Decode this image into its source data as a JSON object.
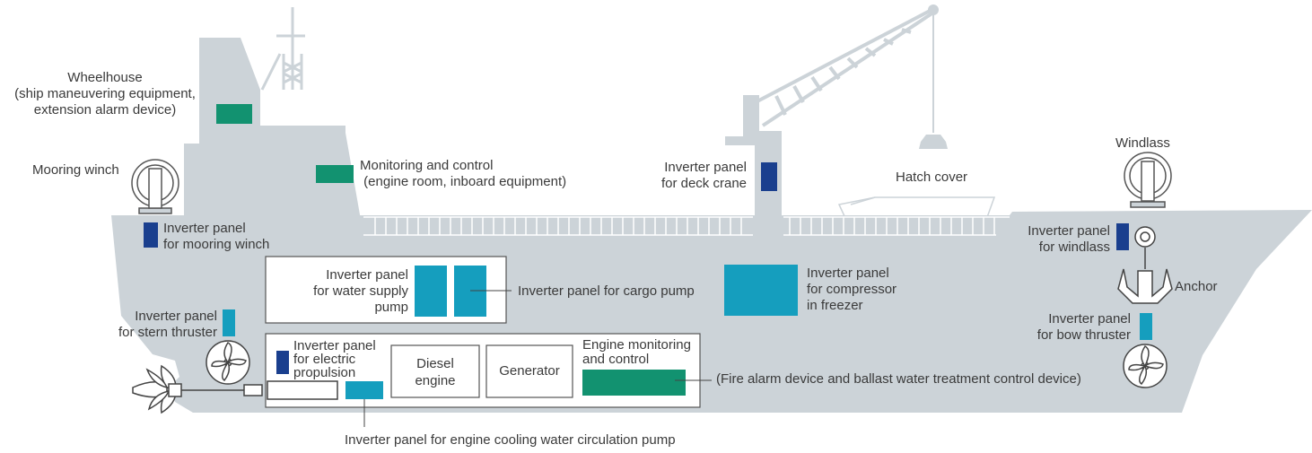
{
  "colors": {
    "hull": "#ccd3d8",
    "hull_line": "#ffffff",
    "panel_dark_blue": "#1a3f8e",
    "panel_teal": "#159ebe",
    "panel_green": "#129270",
    "text": "#3a3a3a",
    "box_border": "#555555"
  },
  "icons": {
    "mooring_winch": "winch-drum-icon",
    "windlass": "winch-drum-icon",
    "anchor": "anchor-icon",
    "stern_thruster": "propeller-icon",
    "bow_thruster": "propeller-icon",
    "main_propeller": "ship-propeller-icon",
    "crane_hook": "crane-hook-icon"
  },
  "labels": {
    "wheelhouse": [
      "Wheelhouse",
      "(ship maneuvering equipment,",
      "extension alarm device)"
    ],
    "monitoring_control": [
      "Monitoring and control",
      " (engine room, inboard equipment)"
    ],
    "mooring_winch": [
      "Mooring winch"
    ],
    "mooring_panel": [
      "Inverter panel",
      "for mooring winch"
    ],
    "deck_crane": [
      "Inverter panel",
      "for deck crane"
    ],
    "hatch_cover": [
      "Hatch cover"
    ],
    "windlass": [
      "Windlass"
    ],
    "windlass_panel": [
      "Inverter panel",
      "for windlass"
    ],
    "anchor": [
      "Anchor"
    ],
    "water_supply": [
      "Inverter panel",
      "for water supply",
      "pump"
    ],
    "cargo_pump": [
      "Inverter panel for cargo pump"
    ],
    "compressor": [
      "Inverter panel",
      "for compressor",
      "in freezer"
    ],
    "stern_thruster": [
      "Inverter panel",
      "for stern thruster"
    ],
    "bow_thruster": [
      "Inverter panel",
      "for bow thruster"
    ],
    "electric_propulsion": [
      "Inverter panel",
      "for electric",
      "propulsion"
    ],
    "diesel_engine": [
      "Diesel",
      "engine"
    ],
    "generator": [
      "Generator"
    ],
    "engine_monitoring": [
      "Engine monitoring",
      "and control"
    ],
    "fire_alarm": [
      "(Fire alarm device and ballast water treatment control device)"
    ],
    "cooling_pump": [
      "Inverter panel for engine cooling water circulation pump"
    ]
  }
}
